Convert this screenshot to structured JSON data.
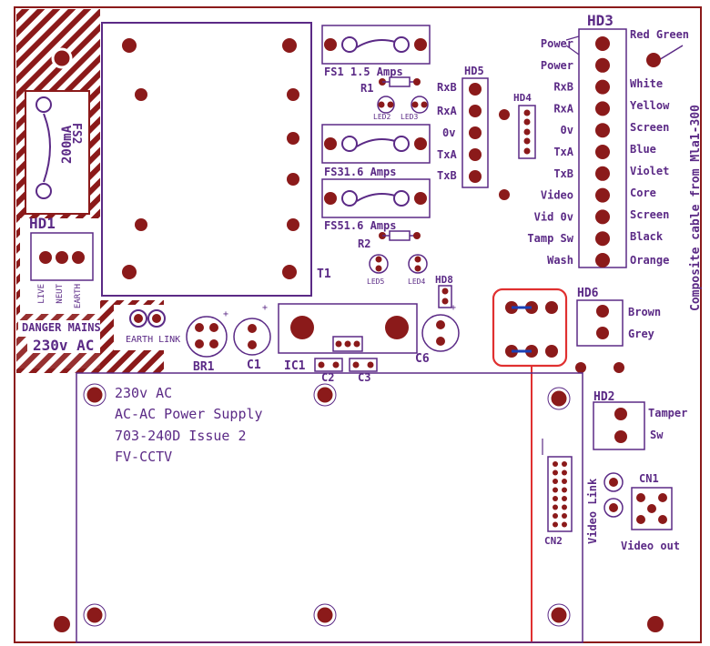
{
  "colors": {
    "copper": "#8b1a1a",
    "silk": "#5b2a86",
    "highlight": "#e03030",
    "link": "#1a3fb5",
    "board": "#ffffff"
  },
  "labels": {
    "fs2": "FS2",
    "fs2_rating": "200mA",
    "hd1": "HD1",
    "live": "LIVE",
    "neut": "NEUT",
    "earth": "EARTH",
    "danger_mains": "DANGER MAINS",
    "mains_voltage": "230v AC",
    "earth_link": "EARTH LINK",
    "t1": "T1",
    "fs1": "FS1 1.5 Amps",
    "fs3": "FS31.6 Amps",
    "fs5": "FS51.6 Amps",
    "r1": "R1",
    "r2": "R2",
    "led2": "LED2",
    "led3": "LED3",
    "led5": "LED5",
    "led4": "LED4",
    "rxb": "RxB",
    "rxa": "RxA",
    "zero_v": "0v",
    "txa": "TxA",
    "txb": "TxB",
    "hd5": "HD5",
    "hd4": "HD4",
    "hd8": "HD8",
    "br1": "BR1",
    "c1": "C1",
    "ic1": "IC1",
    "c2": "C2",
    "c3": "C3",
    "c6": "C6",
    "hd3": "HD3",
    "hd6": "HD6",
    "hd2": "HD2",
    "cn1": "CN1",
    "cn2": "CN2",
    "video_link": "Video Link",
    "video_out": "Video out",
    "tamper": "Tamper",
    "sw": "Sw",
    "brown": "Brown",
    "grey": "Grey",
    "composite_cable": "Composite cable from Mla1-300"
  },
  "hd3_left": [
    "Power",
    "Power",
    "RxB",
    "RxA",
    "0v",
    "TxA",
    "TxB",
    "Video",
    "Vid 0v",
    "Tamp Sw",
    "Wash"
  ],
  "hd3_right": [
    "Red Green",
    "White",
    "Yellow",
    "Screen",
    "Blue",
    "Violet",
    "Core",
    "Screen",
    "Black",
    "Orange"
  ],
  "board_text": [
    "230v AC",
    "AC-AC Power Supply",
    "703-240D Issue 2",
    "FV-CCTV"
  ]
}
